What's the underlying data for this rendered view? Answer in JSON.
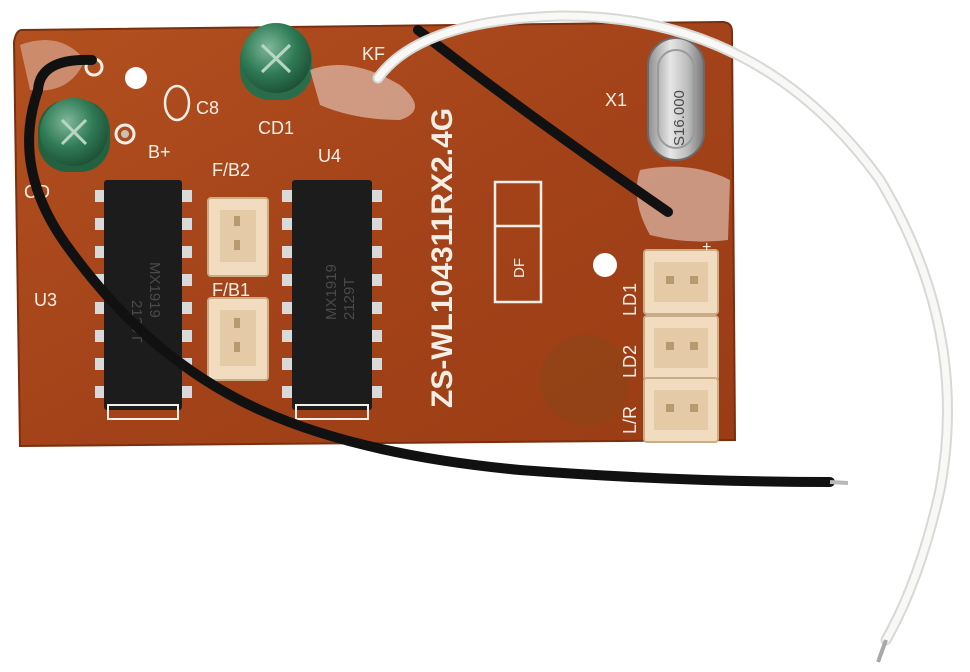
{
  "board": {
    "model": "ZS-WL104311RX2.4G",
    "colors": {
      "pcb": "#a8461b",
      "pcb_dark": "#8a3610",
      "silkscreen": "#f4efe6",
      "ic": "#1c1c1c",
      "connector": "#f1dcc0",
      "wire_black": "#111111",
      "wire_white": "#f6f6f4"
    }
  },
  "labels": {
    "kf": "KF",
    "x1": "X1",
    "c8": "C8",
    "cd1": "CD1",
    "b_plus": "B+",
    "fb2": "F/B2",
    "fb1": "F/B1",
    "u4": "U4",
    "u3": "U3",
    "cd": "CD",
    "df": "DF",
    "ld1": "LD1",
    "ld2": "LD2",
    "lr": "L/R",
    "plus": "+"
  },
  "crystal": {
    "marking": "S16.000"
  },
  "ics": [
    {
      "marking_top": "MX1919",
      "marking_bottom": "2129T"
    },
    {
      "marking_top": "MX1919",
      "marking_bottom": "2129T"
    }
  ]
}
